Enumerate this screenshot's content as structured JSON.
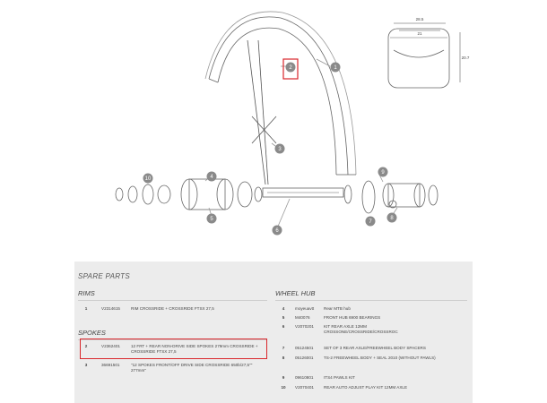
{
  "diagram": {
    "callouts": [
      "1",
      "2",
      "3",
      "4",
      "5",
      "6",
      "7",
      "8",
      "9",
      "10"
    ],
    "rim_dims": [
      "28.5",
      "21",
      "20.7"
    ]
  },
  "spare_parts": {
    "title": "SPARE PARTS",
    "rims": {
      "title": "RIMS",
      "rows": [
        {
          "num": "1",
          "code": "V2314615",
          "desc": "RIM CROSSRIDE + CROSSRIDE FTSX 27,5"
        }
      ]
    },
    "spokes": {
      "title": "SPOKES",
      "rows": [
        {
          "num": "2",
          "code": "V2362401",
          "desc": "12 FRT + REAR NON-DRIVE SIDE SPOKES 279mm CROSSRIDE + CROSSRIDE FTSX 27,5"
        },
        {
          "num": "3",
          "code": "36691501",
          "desc": "\"12 SPOKES FRONT/OFF DRIVE SIDE CROSSRIDE 650b/27,5\"\" 277mm\""
        }
      ]
    },
    "wheel_hub": {
      "title": "WHEEL HUB",
      "rows": [
        {
          "num": "4",
          "code": "moyeuavtt",
          "desc": "Rear MTB hub"
        },
        {
          "num": "5",
          "code": "M40076",
          "desc": "FRONT HUB 6900 BEARINGS"
        },
        {
          "num": "6",
          "code": "V2070201",
          "desc": "KIT REAR AXLE 12MM CROSSONE/CROSSRIDE/CROSSROC"
        },
        {
          "num": "7",
          "code": "05124501",
          "desc": "SET OF 3 REAR AXLE/FREEWHEEL BODY SPACERS"
        },
        {
          "num": "8",
          "code": "05126001",
          "desc": "TS-2 FREEWHEEL BODY + SEAL 2010 (WITHOUT PAWLS)"
        },
        {
          "num": "9",
          "code": "09610801",
          "desc": "ITS4 PAWLS KIT"
        },
        {
          "num": "10",
          "code": "V2070401",
          "desc": "REAR AUTO ADJUST PLAY KIT 12MM AXLE"
        }
      ]
    }
  }
}
